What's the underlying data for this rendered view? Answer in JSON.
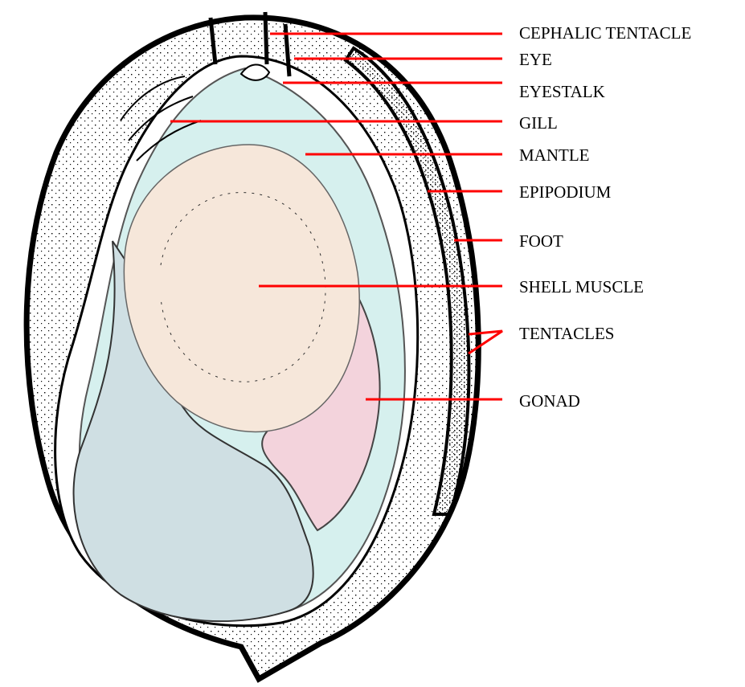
{
  "labels": {
    "cephalic_tentacle": "CEPHALIC TENTACLE",
    "eye": "EYE",
    "eyestalk": "EYESTALK",
    "gill": "GILL",
    "mantle": "MANTLE",
    "epipodium": "EPIPODIUM",
    "foot": "FOOT",
    "shell_muscle": "SHELL MUSCLE",
    "tentacles": "TENTACLES",
    "gonad": "GONAD"
  },
  "colors": {
    "leader_line": "#ff0000",
    "outline": "#000000",
    "shell_muscle_fill": "#f6e7da",
    "mantle_fill": "#d6f0ee",
    "gonad_fill": "#f3d3dc",
    "foot_fill": "#cfdfe3"
  }
}
